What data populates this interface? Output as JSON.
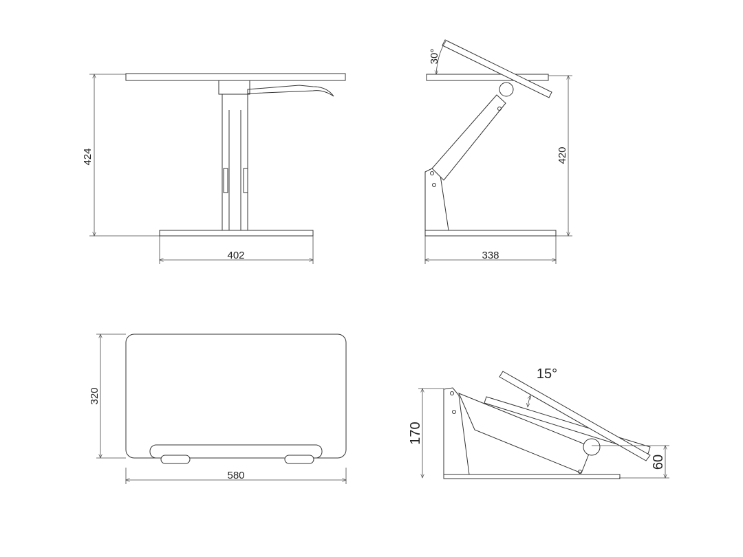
{
  "views": {
    "front": {
      "height_label": "424",
      "width_label": "402"
    },
    "side": {
      "height_label": "420",
      "width_label": "338",
      "tilt_label": "30°"
    },
    "top": {
      "depth_label": "320",
      "width_label": "580"
    },
    "folded": {
      "tilt_label": "15°",
      "height_label": "170",
      "min_height_label": "60"
    }
  },
  "colors": {
    "line": "#333333",
    "background": "#ffffff"
  }
}
